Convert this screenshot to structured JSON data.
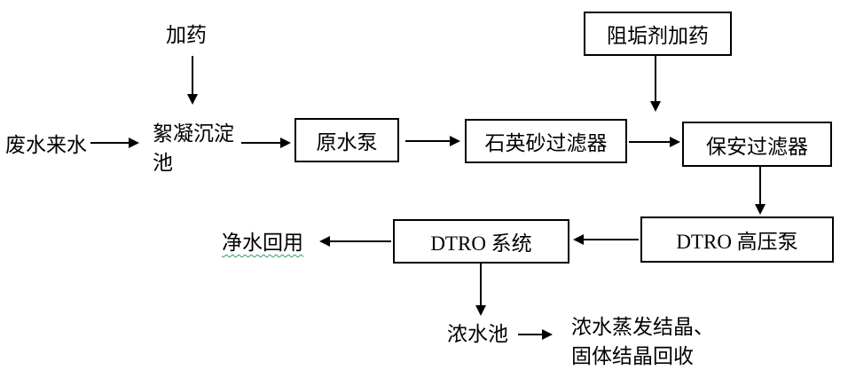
{
  "diagram": {
    "colors": {
      "line": "#000000",
      "background": "#ffffff",
      "spellcheck_underline": "#2e9e5b"
    },
    "labels": {
      "dosing": "加药",
      "antiscalant_dosing": "阻垢剂加药",
      "wastewater_inflow": "废水来水",
      "flocculation_tank_line1": "絮凝沉淀",
      "flocculation_tank_line2": "池",
      "raw_water_pump": "原水泵",
      "quartz_sand_filter": "石英砂过滤器",
      "security_filter": "保安过滤器",
      "dtro_high_pressure_pump": "DTRO 高压泵",
      "dtro_system": "DTRO 系统",
      "clean_water_reuse": "净水回用",
      "concentrate_tank": "浓水池",
      "concentrate_note_line1": "浓水蒸发结晶、",
      "concentrate_note_line2": "固体结晶回收"
    },
    "edges": [
      {
        "from": "加药",
        "to": "絮凝沉淀池"
      },
      {
        "from": "废水来水",
        "to": "絮凝沉淀池"
      },
      {
        "from": "絮凝沉淀池",
        "to": "原水泵"
      },
      {
        "from": "原水泵",
        "to": "石英砂过滤器"
      },
      {
        "from": "阻垢剂加药",
        "to": "石英砂过滤器与保安过滤器之间管线"
      },
      {
        "from": "石英砂过滤器",
        "to": "保安过滤器"
      },
      {
        "from": "保安过滤器",
        "to": "DTRO 高压泵"
      },
      {
        "from": "DTRO 高压泵",
        "to": "DTRO 系统"
      },
      {
        "from": "DTRO 系统",
        "to": "净水回用"
      },
      {
        "from": "DTRO 系统",
        "to": "浓水池"
      },
      {
        "from": "浓水池",
        "to": "浓水蒸发结晶、固体结晶回收"
      }
    ]
  }
}
